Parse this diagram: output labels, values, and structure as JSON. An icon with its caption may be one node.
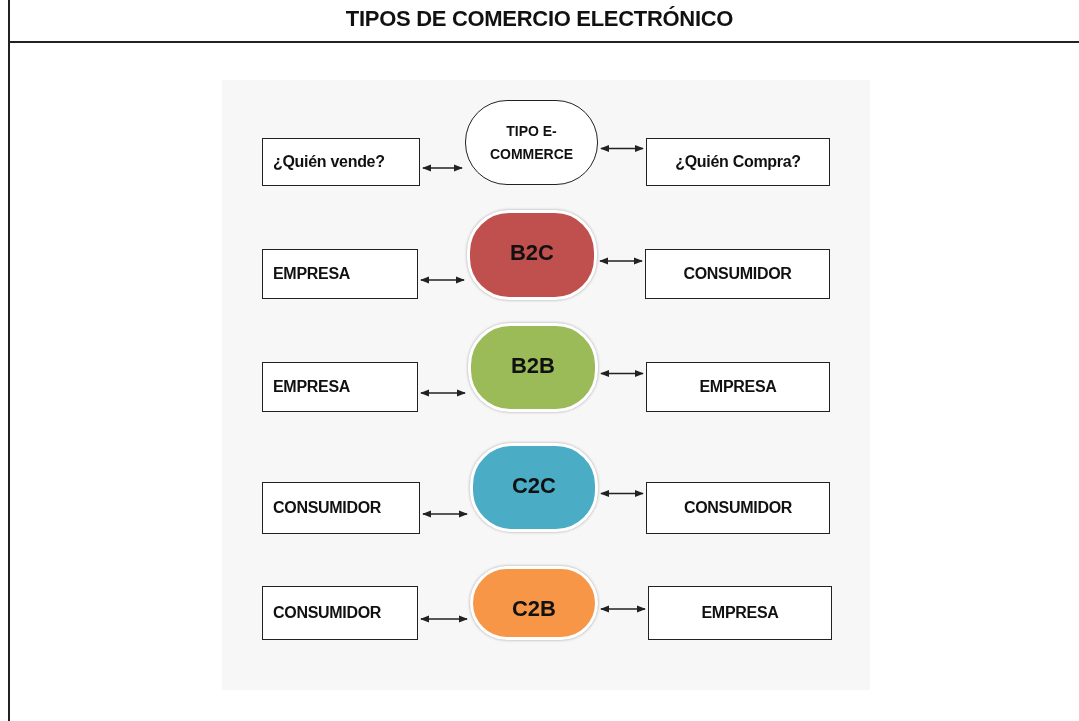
{
  "diagram": {
    "title": "TIPOS DE COMERCIO ELECTRÓNICO",
    "nodes": [
      {
        "text": [
          "¿Quién vende?"
        ]
      },
      {
        "text": [
          "TIPO E-COMMERCE"
        ]
      },
      {
        "text": [
          "¿Quién Compra?"
        ]
      },
      {
        "text": [
          "EMPRESA"
        ]
      },
      {
        "text": [
          "B2C"
        ]
      },
      {
        "text": [
          "CONSUMIDOR"
        ]
      },
      {
        "text": [
          "EMPRESA"
        ]
      },
      {
        "text": [
          "B2B"
        ]
      },
      {
        "text": [
          "EMPRESA"
        ]
      },
      {
        "text": [
          "CONSUMIDOR"
        ]
      },
      {
        "text": [
          "C2C"
        ]
      },
      {
        "text": [
          "CONSUMIDOR"
        ]
      },
      {
        "text": [
          "CONSUMIDOR"
        ]
      },
      {
        "text": [
          "C2B"
        ]
      },
      {
        "text": [
          "EMPRESA"
        ]
      }
    ],
    "edges": [
      {
        "from": 0,
        "to": 1,
        "arrow": "both"
      },
      {
        "from": 1,
        "to": 2,
        "arrow": "both"
      },
      {
        "from": 3,
        "to": 4,
        "arrow": "both"
      },
      {
        "from": 4,
        "to": 5,
        "arrow": "both"
      },
      {
        "from": 6,
        "to": 7,
        "arrow": "both"
      },
      {
        "from": 7,
        "to": 8,
        "arrow": "both"
      },
      {
        "from": 9,
        "to": 10,
        "arrow": "both"
      },
      {
        "from": 10,
        "to": 11,
        "arrow": "both"
      },
      {
        "from": 12,
        "to": 13,
        "arrow": "both"
      },
      {
        "from": 13,
        "to": 14,
        "arrow": "both"
      }
    ]
  }
}
